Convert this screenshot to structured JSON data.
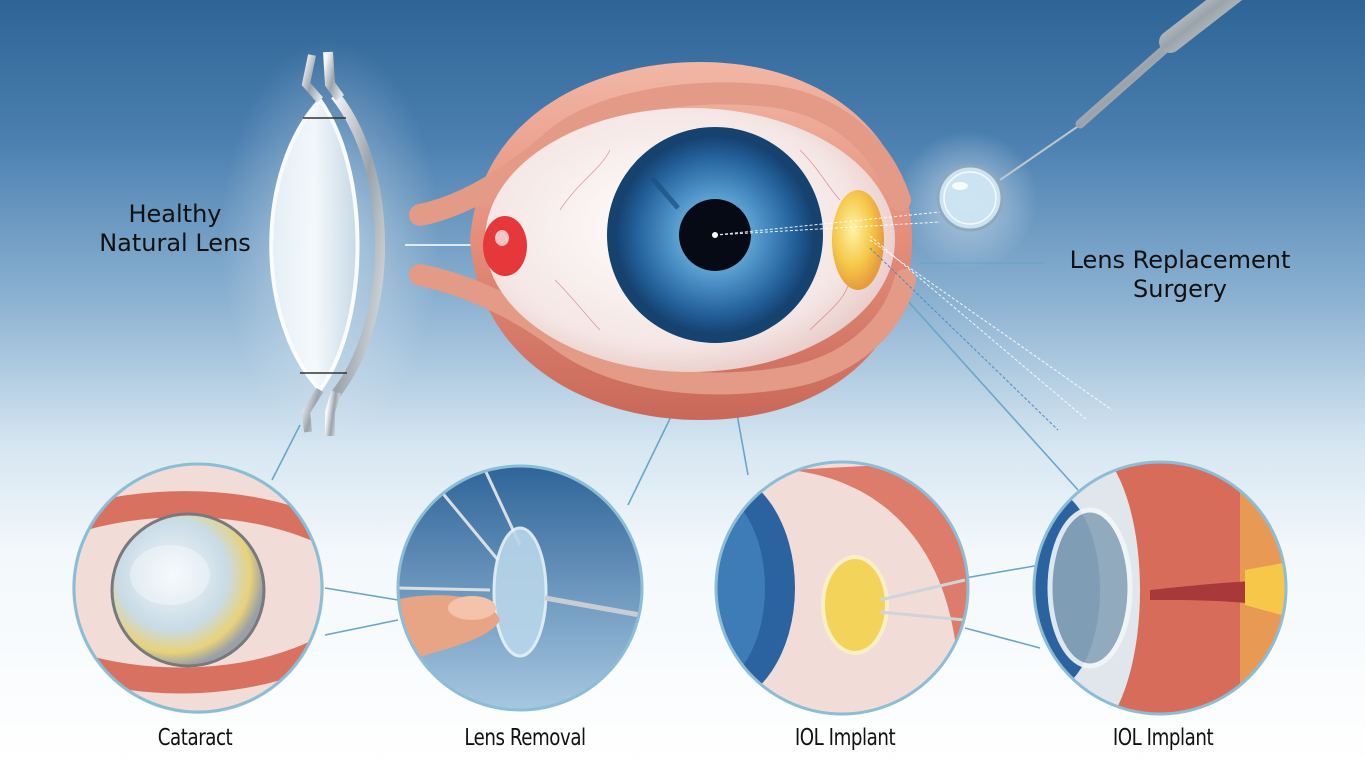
{
  "labels": {
    "healthy_lens": [
      "Healthy",
      "Natural Lens"
    ],
    "surgery": [
      "Lens Replacement",
      "Surgery"
    ]
  },
  "stages": [
    {
      "caption": "Cataract",
      "icon": "cataract-lens-icon"
    },
    {
      "caption": "Lens Removal",
      "icon": "lens-removal-icon"
    },
    {
      "caption": "IOL Implant",
      "icon": "iol-insertion-icon"
    },
    {
      "caption": "IOL Implant",
      "icon": "iol-placed-icon"
    }
  ],
  "colors": {
    "bg_top": "#2f6496",
    "bg_bottom": "#ffffff",
    "iris": "#2a6aa6",
    "eyelid": "#e08a78",
    "sclera": "#f7ecea",
    "iol_yellow": "#f3c44a",
    "leader_line": "#6aa6c9"
  }
}
